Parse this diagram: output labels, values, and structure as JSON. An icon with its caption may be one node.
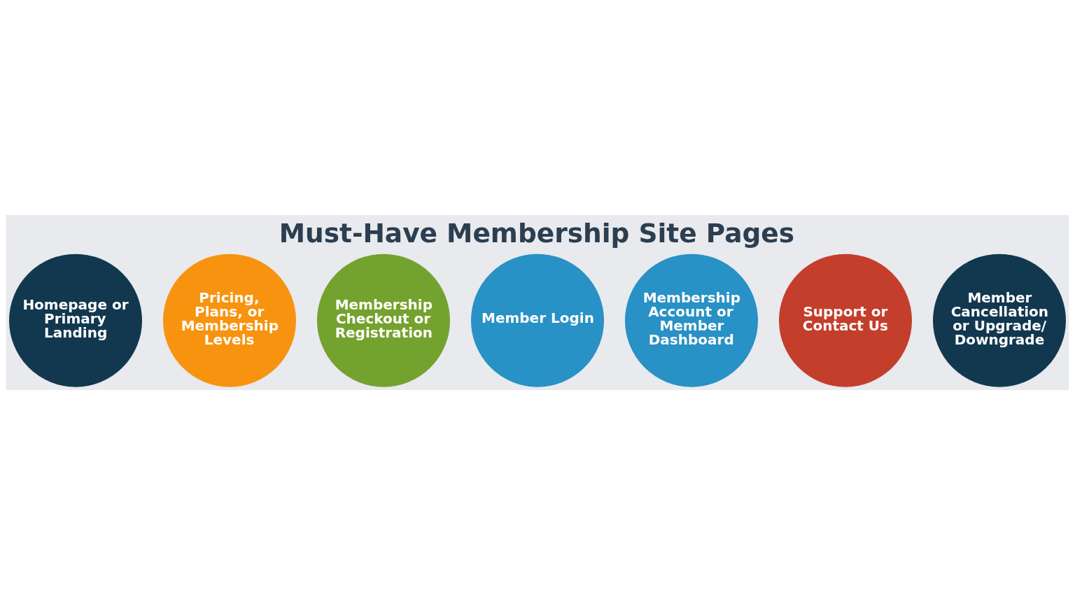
{
  "diagram": {
    "title": "Must-Have Membership Site Pages",
    "nodes": [
      {
        "text": [
          "Homepage or Primary Landing"
        ]
      },
      {
        "text": [
          "Pricing, Plans, or Membership Levels"
        ]
      },
      {
        "text": [
          "Membership Checkout or Registration"
        ]
      },
      {
        "text": [
          "Member Login"
        ]
      },
      {
        "text": [
          "Membership Account or Member Dashboard"
        ]
      },
      {
        "text": [
          "Support or Contact Us"
        ]
      },
      {
        "text": [
          "Member Cancellation or Upgrade/ Downgrade"
        ]
      }
    ],
    "edges": []
  }
}
